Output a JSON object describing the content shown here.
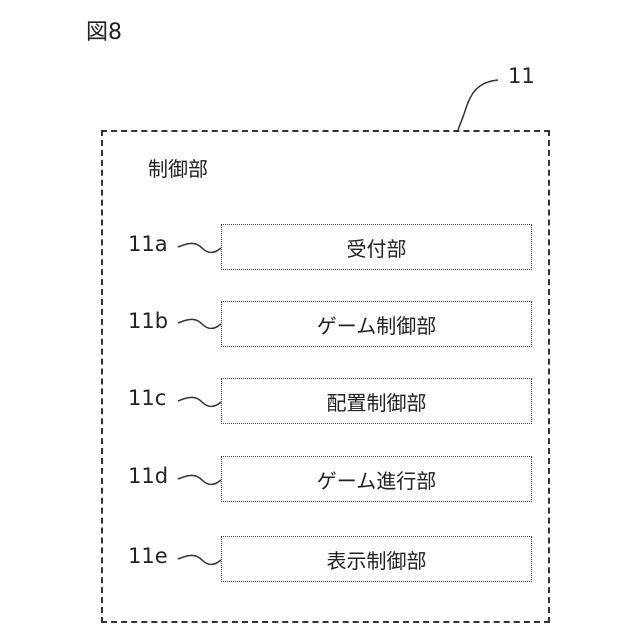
{
  "figure_label": "図8",
  "outer": {
    "ref": "11",
    "title": "制御部"
  },
  "units": [
    {
      "ref": "11a",
      "label": "受付部"
    },
    {
      "ref": "11b",
      "label": "ゲーム制御部"
    },
    {
      "ref": "11c",
      "label": "配置制御部"
    },
    {
      "ref": "11d",
      "label": "ゲーム進行部"
    },
    {
      "ref": "11e",
      "label": "表示制御部"
    }
  ]
}
